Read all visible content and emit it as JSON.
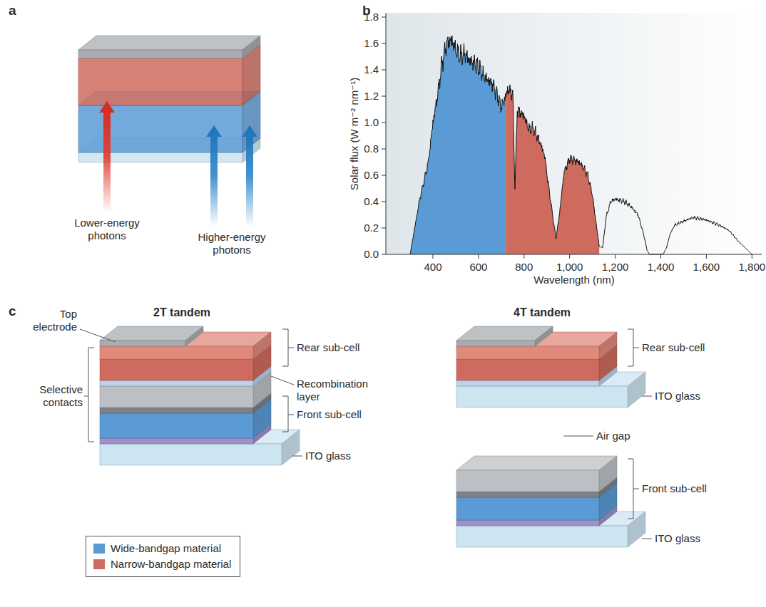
{
  "diagram": {
    "labels": [
      "a",
      "Lower-energy photons",
      "Higher-energy photons",
      "b",
      "1.8",
      "1.6",
      "1.4",
      "1.2",
      "1.0",
      "0.8",
      "0.6",
      "0.4",
      "0.2",
      "0.0",
      "400",
      "600",
      "800",
      "1,000",
      "1,200",
      "1,400",
      "1,600",
      "1,800",
      "Wavelength (nm)",
      "Solar flux (W m⁻² nm⁻¹)",
      "c",
      "2T tandem",
      "4T tandem",
      "Top electrode",
      "Selective contacts",
      "Rear sub-cell",
      "Recombination layer",
      "Front sub-cell",
      "ITO glass",
      "Rear sub-cell",
      "ITO glass",
      "Air gap",
      "Front sub-cell",
      "ITO glass"
    ],
    "legend": [
      {
        "text": "Wide-bandgap material",
        "color": "#5b9bd5"
      },
      {
        "text": "Narrow-bandgap material",
        "color": "#cf6b5e"
      }
    ]
  }
}
